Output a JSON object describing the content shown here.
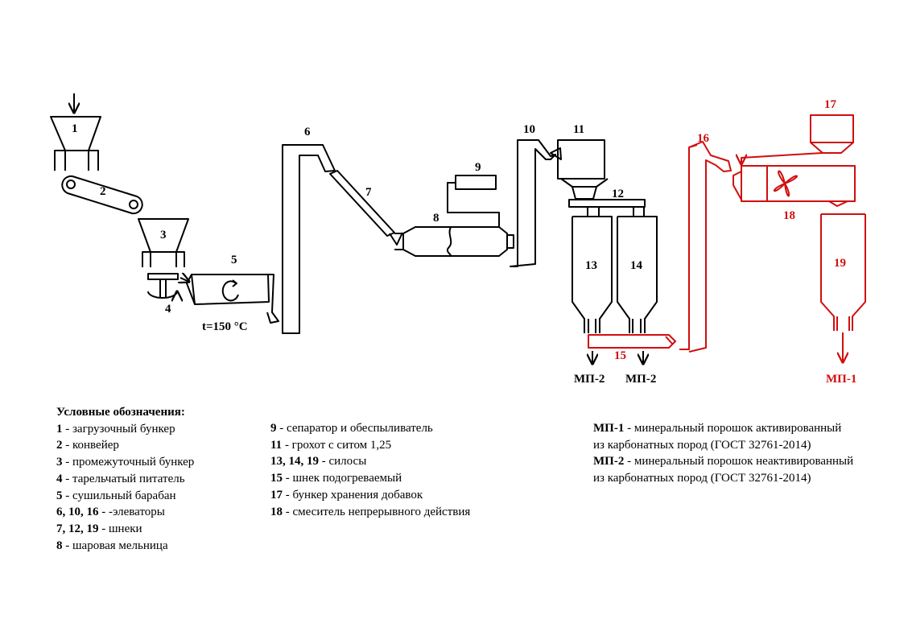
{
  "diagram": {
    "labels": {
      "n1": "1",
      "n2": "2",
      "n3": "3",
      "n4": "4",
      "n5": "5",
      "n6": "6",
      "n7": "7",
      "n8": "8",
      "n9": "9",
      "n10": "10",
      "n11": "11",
      "n12": "12",
      "n13": "13",
      "n14": "14",
      "n15": "15",
      "n16": "16",
      "n17": "17",
      "n18": "18",
      "n19": "19"
    },
    "temperature": "t=150 °C",
    "outputs": {
      "mp2_left": "МП-2",
      "mp2_right": "МП-2",
      "mp1": "МП-1"
    },
    "colors": {
      "line": "#000000",
      "highlight": "#d10e0e"
    }
  },
  "legend": {
    "title": "Условные обозначения:",
    "col1": [
      {
        "key": "1",
        "text": " - загрузочный бункер"
      },
      {
        "key": "2",
        "text": " - конвейер"
      },
      {
        "key": "3",
        "text": " - промежуточный бункер"
      },
      {
        "key": "4",
        "text": " - тарельчатый питатель"
      },
      {
        "key": "5",
        "text": " - сушильный барабан"
      },
      {
        "key": "6, 10, 16",
        "text": " - -элеваторы"
      },
      {
        "key": "7, 12, 19",
        "text": " - шнеки"
      },
      {
        "key": "8",
        "text": " - шаровая мельница"
      }
    ],
    "col2": [
      {
        "key": "9",
        "text": " - сепаратор и обеспыливатель"
      },
      {
        "key": "11",
        "text": " - грохот с ситом 1,25"
      },
      {
        "key": "13, 14, 19",
        "text": " - силосы"
      },
      {
        "key": "15",
        "text": " - шнек подогреваемый"
      },
      {
        "key": "17",
        "text": " - бункер хранения добавок"
      },
      {
        "key": "18",
        "text": " - смеситель непрерывного действия"
      }
    ],
    "col3": {
      "mp1_key": "МП-1",
      "mp1_text": " - минеральный порошок активированный",
      "mp1_text2": "из карбонатных пород (ГОСТ 32761-2014)",
      "mp2_key": "МП-2",
      "mp2_text": " - минеральный порошок неактивированный",
      "mp2_text2": "из карбонатных пород (ГОСТ 32761-2014)"
    }
  }
}
